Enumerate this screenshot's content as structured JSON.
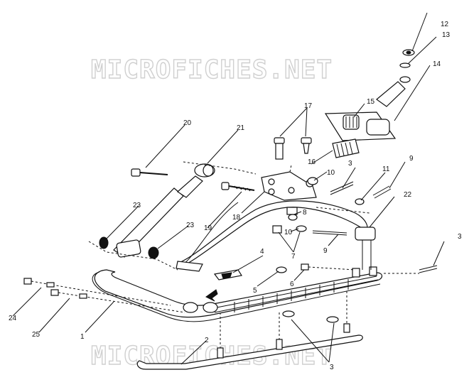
{
  "watermark": {
    "top": "MICROFICHES.NET",
    "bottom": "MICROFICHES.NET"
  },
  "callouts": {
    "c1": "1",
    "c2": "2",
    "c3a": "3",
    "c3b": "3",
    "c3c": "3",
    "c4": "4",
    "c5": "5",
    "c6": "6",
    "c7": "7",
    "c8": "8",
    "c9a": "9",
    "c9b": "9",
    "c10a": "10",
    "c10b": "10",
    "c11": "11",
    "c12": "12",
    "c13": "13",
    "c14": "14",
    "c15": "15",
    "c16": "16",
    "c17": "17",
    "c18": "18",
    "c19": "19",
    "c20": "20",
    "c21": "21",
    "c22": "22",
    "c23a": "23",
    "c23b": "23",
    "c24": "24",
    "c25": "25"
  }
}
